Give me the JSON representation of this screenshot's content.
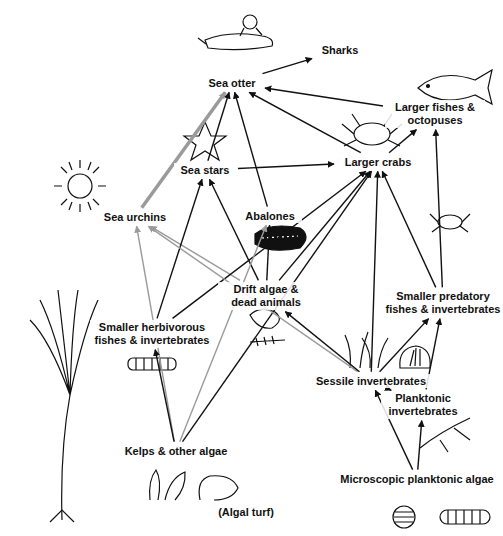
{
  "diagram": {
    "nodes": [
      {
        "text": [
          "Sea otter"
        ]
      },
      {
        "text": [
          "Sharks"
        ]
      },
      {
        "text": [
          "Larger fishes & octopuses"
        ]
      },
      {
        "text": [
          "Sea stars"
        ]
      },
      {
        "text": [
          "Larger crabs"
        ]
      },
      {
        "text": [
          "Sea urchins"
        ]
      },
      {
        "text": [
          "Abalones"
        ]
      },
      {
        "text": [
          "Drift algae & dead animals"
        ]
      },
      {
        "text": [
          "Smaller predatory fishes & invertebrates"
        ]
      },
      {
        "text": [
          "Smaller herbivorous fishes & invertebrates"
        ]
      },
      {
        "text": [
          "Sessile invertebrates"
        ]
      },
      {
        "text": [
          "Planktonic invertebrates"
        ]
      },
      {
        "text": [
          "Kelps & other algae"
        ]
      },
      {
        "text": [
          "Microscopic planktonic algae"
        ]
      }
    ],
    "edges": [
      {
        "from": 0,
        "to": 1,
        "arrow": "to"
      },
      {
        "from": 2,
        "to": 0,
        "arrow": "to"
      },
      {
        "from": 5,
        "to": 0,
        "arrow": "to"
      },
      {
        "from": 3,
        "to": 0,
        "arrow": "to"
      },
      {
        "from": 6,
        "to": 0,
        "arrow": "to"
      },
      {
        "from": 4,
        "to": 0,
        "arrow": "to"
      },
      {
        "from": 3,
        "to": 4,
        "arrow": "to"
      },
      {
        "from": 4,
        "to": 2,
        "arrow": "to"
      },
      {
        "from": 8,
        "to": 2,
        "arrow": "to"
      },
      {
        "from": 8,
        "to": 4,
        "arrow": "to"
      },
      {
        "from": 7,
        "to": 5,
        "arrow": "to"
      },
      {
        "from": 7,
        "to": 3,
        "arrow": "to"
      },
      {
        "from": 7,
        "to": 6,
        "arrow": "to"
      },
      {
        "from": 7,
        "to": 4,
        "arrow": "to"
      },
      {
        "from": 9,
        "to": 3,
        "arrow": "to"
      },
      {
        "from": 9,
        "to": 4,
        "arrow": "to"
      },
      {
        "from": 12,
        "to": 5,
        "arrow": "to"
      },
      {
        "from": 12,
        "to": 9,
        "arrow": "to"
      },
      {
        "from": 12,
        "to": 6,
        "arrow": "to"
      },
      {
        "from": 12,
        "to": 4,
        "arrow": "to"
      },
      {
        "from": 10,
        "to": 5,
        "arrow": "to"
      },
      {
        "from": 10,
        "to": 7,
        "arrow": "to"
      },
      {
        "from": 10,
        "to": 4,
        "arrow": "to"
      },
      {
        "from": 10,
        "to": 8,
        "arrow": "to"
      },
      {
        "from": 11,
        "to": 10,
        "arrow": "to"
      },
      {
        "from": 11,
        "to": 8,
        "arrow": "to"
      },
      {
        "from": 13,
        "to": 10,
        "arrow": "to"
      },
      {
        "from": 13,
        "to": 11,
        "arrow": "to"
      }
    ],
    "labels": [
      "(Algal turf)"
    ]
  }
}
